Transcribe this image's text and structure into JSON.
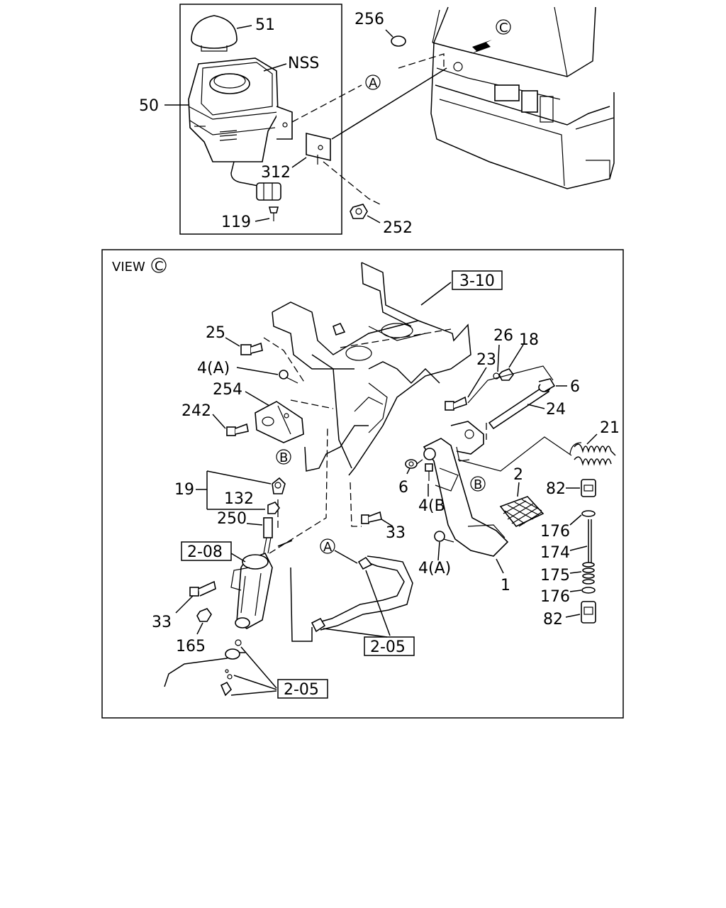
{
  "inset": {
    "labels": {
      "cap": "51",
      "nss": "NSS",
      "reservoir": "50",
      "bracket": "312",
      "connector": "119",
      "nut": "252",
      "plug": "256"
    },
    "callout_a": "A",
    "view_callout": "C"
  },
  "main_view": {
    "title_text": "VIEW",
    "title_circle": "C",
    "ref_boxes": {
      "bracket_ref": "3-10",
      "cylinder_ref": "2-08",
      "hose_ref_1": "2-05",
      "hose_ref_2": "2-05"
    },
    "labels": {
      "l25": "25",
      "l4a_top": "4(A)",
      "l254": "254",
      "l242": "242",
      "l19": "19",
      "l132": "132",
      "l250": "250",
      "l33_left": "33",
      "l165": "165",
      "l33_mid": "33",
      "l26": "26",
      "l18": "18",
      "l23": "23",
      "l6_right": "6",
      "l24": "24",
      "l21": "21",
      "l6_mid": "6",
      "l4b": "4(B)",
      "l2": "2",
      "l82_top": "82",
      "l176_top": "176",
      "l174": "174",
      "l175": "175",
      "l176_bot": "176",
      "l82_bot": "82",
      "l4a_bot": "4(A)",
      "l1": "1"
    },
    "callouts": {
      "b_top": "B",
      "b_right": "B",
      "a_hose": "A"
    }
  }
}
